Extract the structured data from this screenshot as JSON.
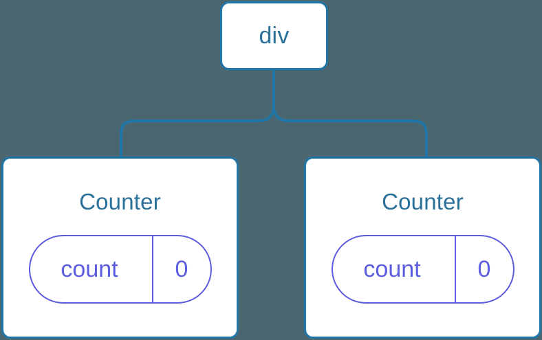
{
  "canvas": {
    "background_color": "#4a6670",
    "node_border_color": "#2176a8",
    "node_fill_color": "#ffffff",
    "node_title_color": "#2b7099",
    "connector_color": "#2176a8",
    "state_color": "#5c5ce0"
  },
  "tree": {
    "root": {
      "label": "div"
    },
    "children": [
      {
        "label": "Counter",
        "state": {
          "key": "count",
          "value": "0"
        }
      },
      {
        "label": "Counter",
        "state": {
          "key": "count",
          "value": "0"
        }
      }
    ]
  }
}
